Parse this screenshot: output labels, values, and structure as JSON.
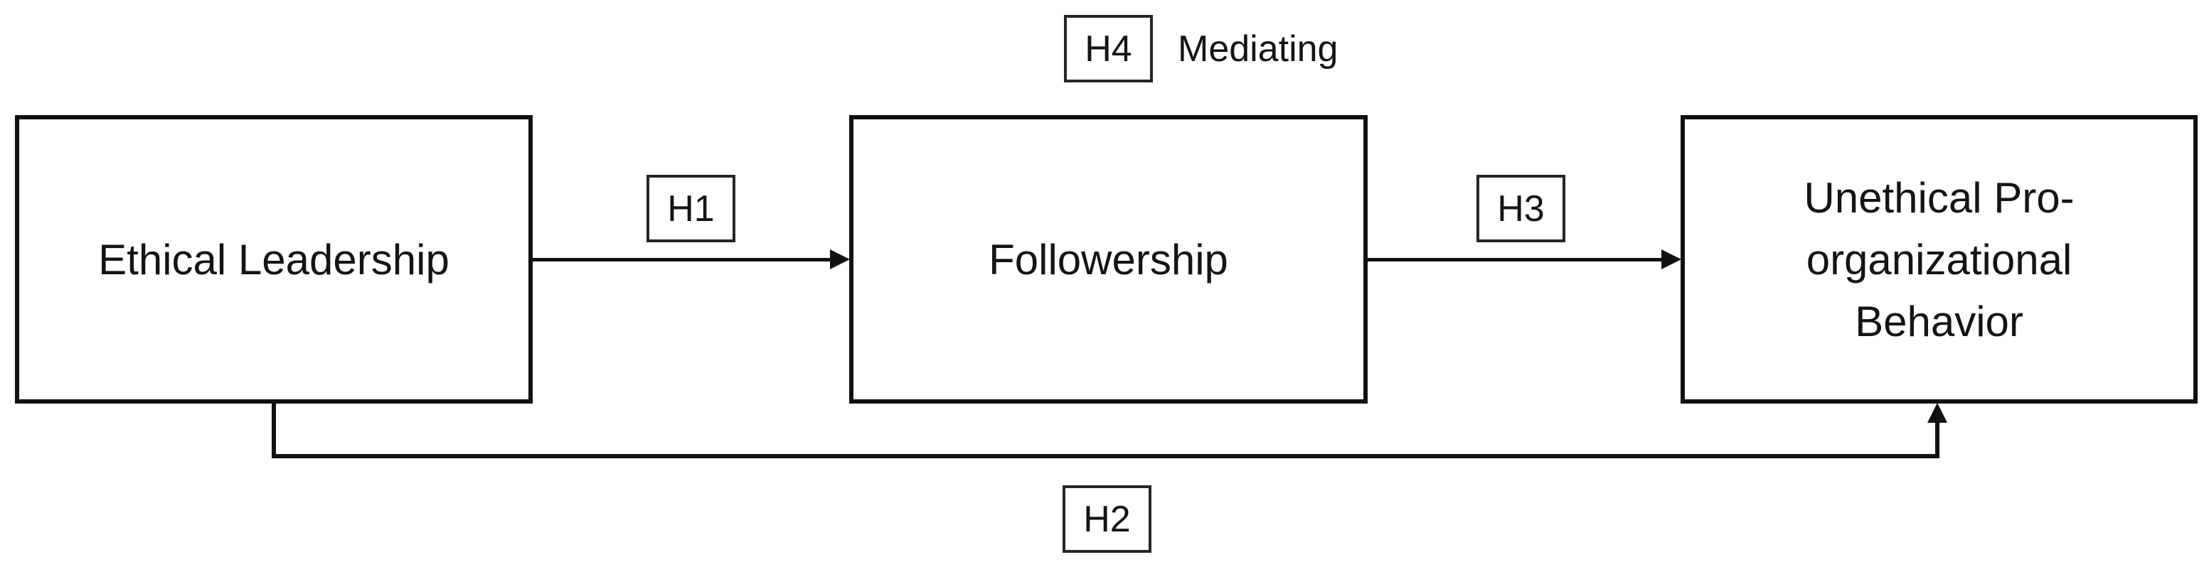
{
  "diagram": {
    "nodes": [
      {
        "id": "ethical-leadership",
        "label": "Ethical Leadership"
      },
      {
        "id": "followership",
        "label": "Followership"
      },
      {
        "id": "unethical-pro-organizational-behavior",
        "label": "Unethical Pro-\norganizational\nBehavior"
      }
    ],
    "edges": [
      {
        "id": "h1",
        "label": "H1",
        "from": "ethical-leadership",
        "to": "followership"
      },
      {
        "id": "h2",
        "label": "H2",
        "from": "ethical-leadership",
        "to": "unethical-pro-organizational-behavior"
      },
      {
        "id": "h3",
        "label": "H3",
        "from": "followership",
        "to": "unethical-pro-organizational-behavior"
      },
      {
        "id": "h4",
        "label": "H4",
        "annotation": "Mediating"
      }
    ],
    "colors": {
      "line": "#111111",
      "label_box_border": "#262626",
      "text": "#141414",
      "background": "#ffffff"
    }
  }
}
